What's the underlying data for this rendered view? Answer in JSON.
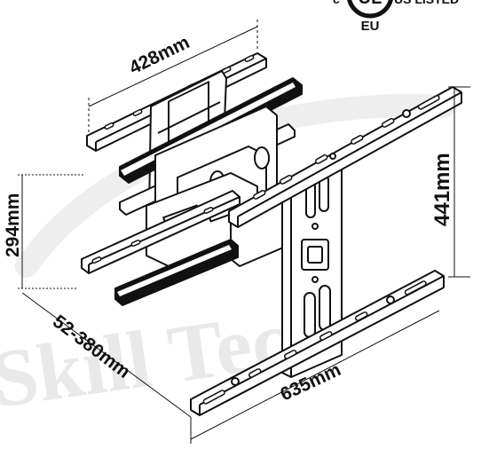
{
  "watermark": {
    "text": "Skill Tech"
  },
  "certification": {
    "mark_text": "c UL us",
    "region_label": "EU",
    "suffix": "US LISTED"
  },
  "dimensions": {
    "top_width": "428mm",
    "height_left": "294mm",
    "height_right": "441mm",
    "extension": "52-380mm",
    "bottom_width": "635mm"
  },
  "colors": {
    "line": "#111111",
    "watermark": "#e9e9e9",
    "background": "#ffffff"
  }
}
